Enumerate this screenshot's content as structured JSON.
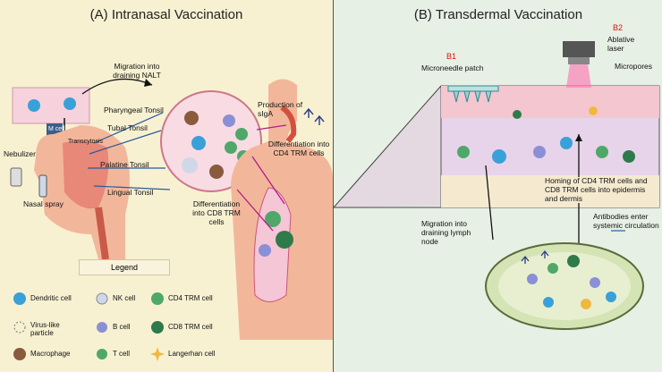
{
  "panel_a": {
    "title": "(A) Intranasal Vaccination",
    "labels": {
      "migration_nalt": "Migration into draining NALT",
      "m_cell": "M cell",
      "transcytosis": "Transcytosis",
      "pharyngeal": "Pharyngeal Tonsil",
      "tubal": "Tubal Tonsil",
      "palatine": "Palatine Tonsil",
      "lingual": "Lingual Tonsil",
      "nebulizer": "Nebulizer",
      "nasal_spray": "Nasal spray",
      "production": "Production of sIgA",
      "diff_cd4": "Differentiation into CD4 TRM cells",
      "diff_cd8": "Differentiation into CD8 TRM cells"
    }
  },
  "panel_b": {
    "title": "(B) Transdermal Vaccination",
    "labels": {
      "b1": "B1",
      "microneedle": "Microneedle patch",
      "b2": "B2",
      "ablative": "Ablative laser",
      "micropores": "Micropores",
      "homing": "Homing of CD4 TRM cells and CD8 TRM cells into epidermis and dermis",
      "migration_lymph": "Migration into draining lymph node",
      "antibodies": "Antibodies enter systemic circulation"
    }
  },
  "legend": {
    "title": "Legend",
    "items": {
      "dendritic": "Dendritic cell",
      "nk": "NK cell",
      "cd4": "CD4 TRM cell",
      "vlp": "Virus-like particle",
      "b_cell": "B cell",
      "cd8": "CD8 TRM cell",
      "macrophage": "Macrophage",
      "t_cell": "T cell",
      "langerhan": "Langerhan cell"
    }
  },
  "colors": {
    "panel_a_bg": "#f7f1d2",
    "panel_b_bg": "#e6f0e4",
    "skin": "#f2b79a",
    "dendritic": "#3aa0d8",
    "t_cell": "#4fa86a",
    "b_cell": "#8b8fd6",
    "macrophage": "#8a5a3c",
    "accent_red": "#d11111"
  }
}
